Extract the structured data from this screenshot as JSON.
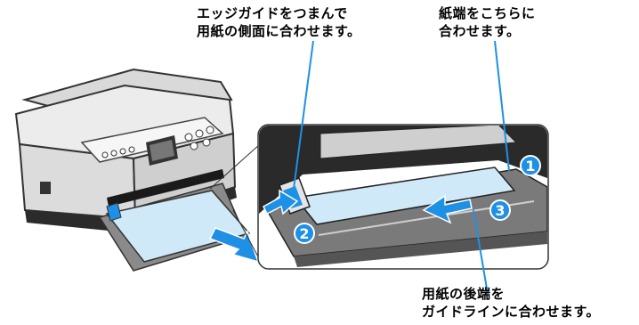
{
  "labels": {
    "edge_guide": {
      "line1": "エッジガイドをつまんで",
      "line2": "用紙の側面に合わせます。"
    },
    "paper_edge": {
      "line1": "紙端をこちらに",
      "line2": "合わせます。"
    },
    "rear_edge": {
      "line1": "用紙の後端を",
      "line2": "ガイドラインに合わせます。"
    }
  },
  "markers": {
    "one": "1",
    "two": "2",
    "three": "3"
  },
  "colors": {
    "accent": "#1e90e6",
    "paper": "#cfe9f8",
    "printer_body": "#e6e6e6",
    "printer_dark": "#2b2b2b"
  }
}
